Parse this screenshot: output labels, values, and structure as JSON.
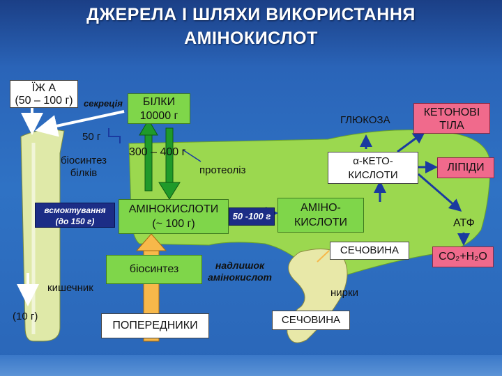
{
  "title": {
    "line1": "ДЖЕРЕЛА І ШЛЯХИ ВИКОРИСТАННЯ",
    "line2": "АМІНОКИСЛОТ"
  },
  "nodes": {
    "food_line1": "ЇЖ А",
    "food_line2": "(50 – 100 г)",
    "secretion": "секреція",
    "proteins_line1": "БІЛКИ",
    "proteins_line2": "10000 г",
    "glucose": "ГЛЮКОЗА",
    "ketone_line1": "КЕТОНОВІ",
    "ketone_line2": "ТІЛА",
    "fifty_g": "50 г",
    "protein_biosynthesis_line1": "біосинтез",
    "protein_biosynthesis_line2": "білків",
    "flux_300_400": "300 – 400 г",
    "proteolysis": "протеоліз",
    "keto_acids_line1": "α-КЕТО-",
    "keto_acids_line2": "КИСЛОТИ",
    "lipids": "ЛІПІДИ",
    "absorption_line1": "всмоктування",
    "absorption_line2": "(до 150 г)",
    "amino_pool_line1": "АМІНОКИСЛОТИ",
    "amino_pool_line2": "(~ 100 г)",
    "flux_50_100": "50 -100 г",
    "liver_amino_line1": "АМІНО-",
    "liver_amino_line2": "КИСЛОТИ",
    "atp": "АТФ",
    "urea_liver": "СЕЧОВИНА",
    "co2_h2o": "CO₂+H₂O",
    "biosynthesis": "біосинтез",
    "excess_line1": "надлишок",
    "excess_line2": "амінокислот",
    "intestine": "кишечник",
    "kidneys": "нирки",
    "ten_g": "(10 г)",
    "precursors": "ПОПЕРЕДНИКИ",
    "urea_excreted": "СЕЧОВИНА"
  },
  "colors": {
    "background": "#2f72c4",
    "liver": "#9bd84f",
    "intestine": "#dfe9a8",
    "kidney": "#e8e8a8",
    "green_box": "#7fd64a",
    "pink_box": "#f06a8c",
    "navy_box": "#1c2d86",
    "orange_arrow": "#f7b84a"
  }
}
